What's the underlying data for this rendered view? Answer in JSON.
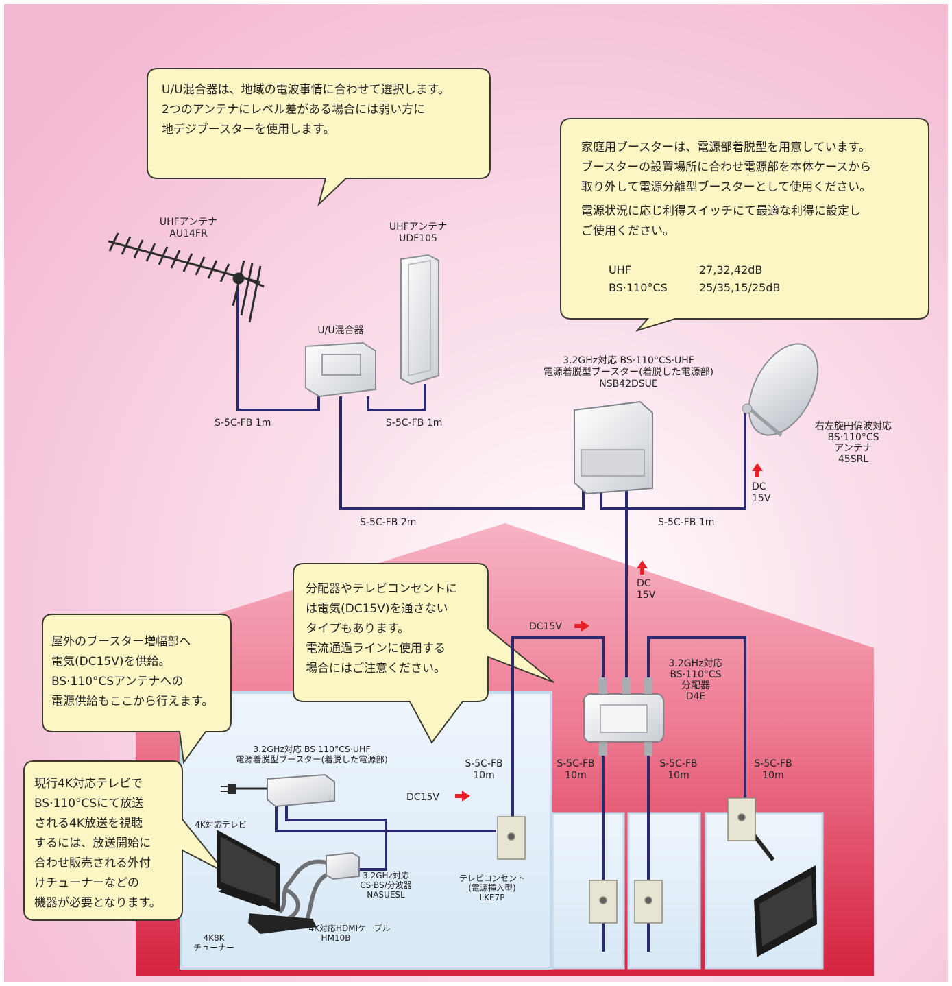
{
  "callouts": {
    "mixer_note": [
      "U/U混合器は、地域の電波事情に合わせて選択します。",
      "2つのアンテナにレベル差がある場合には弱い方に",
      "地デジブースターを使用します。"
    ],
    "booster_note": [
      "家庭用ブースターは、電源部着脱型を用意しています。",
      "ブースターの設置場所に合わせ電源部を本体ケースから",
      "取り外して電源分離型ブースターとして使用ください。",
      "電源状況に応じ利得スイッチにて最適な利得に設定し",
      "ご使用ください。"
    ],
    "gain_table": [
      {
        "band": "UHF",
        "gain": "27,32,42dB"
      },
      {
        "band": "BS·110°CS",
        "gain": "25/35,15/25dB"
      }
    ],
    "splitter_note": [
      "分配器やテレビコンセントに",
      "は電気(DC15V)を通さない",
      "タイプもあります。",
      "電流通過ラインに使用する",
      "場合にはご注意ください。"
    ],
    "power_note": [
      "屋外のブースター増幅部へ",
      "電気(DC15V)を供給。",
      "BS·110°CSアンテナへの",
      "電源供給もここから行えます。"
    ],
    "tv_note": [
      "現行4K対応テレビで",
      "BS·110°CSにて放送",
      "される4K放送を視聴",
      "するには、放送開始に",
      "合わせ販売される外付",
      "けチューナーなどの",
      "機器が必要となります。"
    ]
  },
  "devices": {
    "uhf_antenna_1": [
      "UHFアンテナ",
      "AU14FR"
    ],
    "uhf_antenna_2": [
      "UHFアンテナ",
      "UDF105"
    ],
    "mixer": [
      "U/U混合器"
    ],
    "booster": [
      "3.2GHz対応 BS·110°CS·UHF",
      "電源着脱型ブースター(着脱した電源部)",
      "NSB42DSUE"
    ],
    "bs_antenna": [
      "右左旋円偏波対応",
      "BS·110°CS",
      "アンテナ",
      "45SRL"
    ],
    "splitter": [
      "3.2GHz対応",
      "BS·110°CS",
      "分配器",
      "D4E"
    ],
    "power_unit": [
      "3.2GHz対応 BS·110°CS·UHF",
      "電源着脱型ブースター(着脱した電源部)"
    ],
    "tv_4k": [
      "4K対応テレビ"
    ],
    "tuner": [
      "4K8K",
      "チューナー"
    ],
    "separator": [
      "3.2GHz対応",
      "CS·BS/分波器",
      "NASUESL"
    ],
    "outlet": [
      "テレビコンセント",
      "(電源挿入型)",
      "LKE7P"
    ],
    "hdmi": [
      "4K対応HDMIケーブル",
      "HM10B"
    ]
  },
  "cables": {
    "ant1_to_mixer": "S-5C-FB 1m",
    "ant2_to_mixer": "S-5C-FB 1m",
    "mixer_to_booster": "S-5C-FB 2m",
    "booster_to_bs": "S-5C-FB 1m",
    "splitter_out_1": [
      "S-5C-FB",
      "10m"
    ],
    "splitter_out_2": [
      "S-5C-FB",
      "10m"
    ],
    "splitter_out_3": [
      "S-5C-FB",
      "10m"
    ],
    "splitter_out_4": [
      "S-5C-FB",
      "10m"
    ]
  },
  "power_flow": {
    "dc_bs": [
      "DC",
      "15V"
    ],
    "dc_trunk": [
      "DC",
      "15V"
    ],
    "dc_splitter": "DC15V",
    "dc_room": "DC15V"
  },
  "colors": {
    "cable": "#2b2a6e",
    "arrow": "#e8202a",
    "callout_fill": "#fbf6c4",
    "house_top": "#f3a2b8",
    "house_bottom": "#d62a48",
    "sky_top": "#f4bad3"
  }
}
